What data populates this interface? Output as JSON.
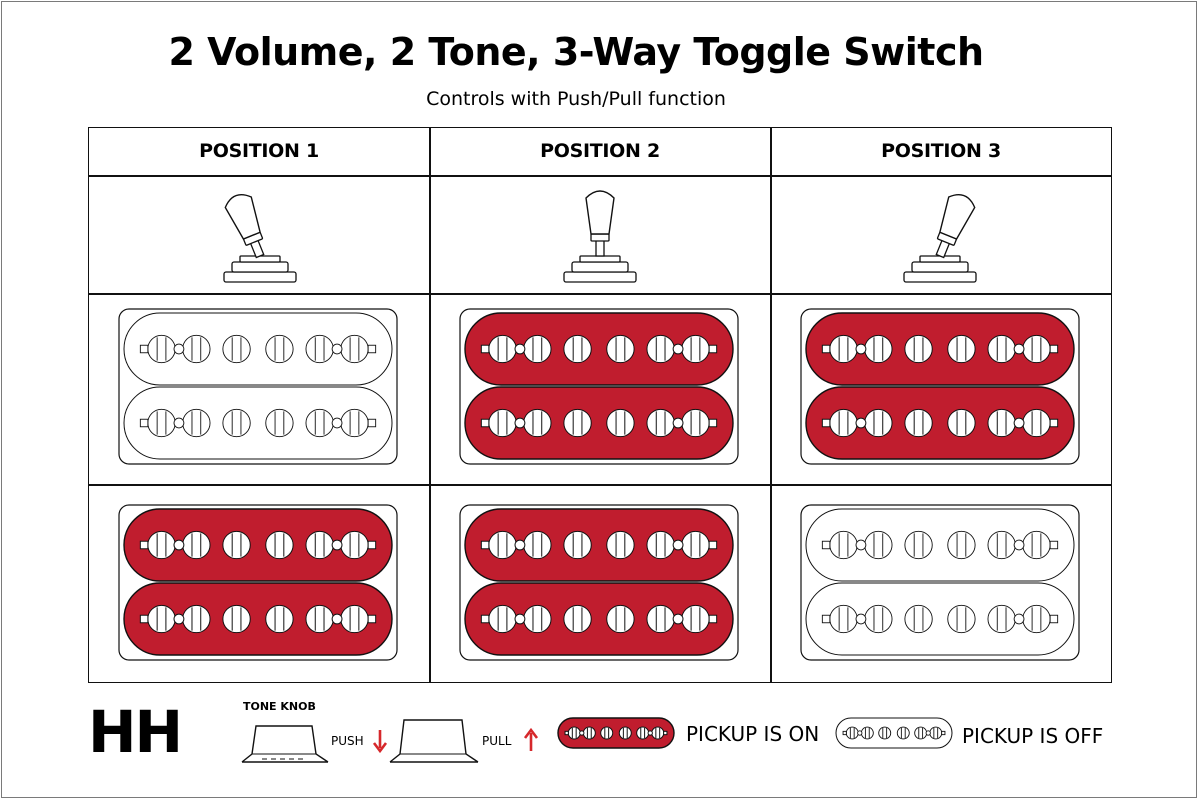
{
  "title": "2 Volume, 2 Tone, 3-Way Toggle Switch",
  "subtitle": "Controls with Push/Pull function",
  "positions": [
    {
      "label": "POSITION 1",
      "toggle": "left",
      "push_row": "off",
      "pull_row": "on"
    },
    {
      "label": "POSITION 2",
      "toggle": "center",
      "push_row": "on",
      "pull_row": "on"
    },
    {
      "label": "POSITION 3",
      "toggle": "right",
      "push_row": "on",
      "pull_row": "off"
    }
  ],
  "legend": {
    "config": "HH",
    "tone_knob_label": "TONE KNOB",
    "push_label": "PUSH",
    "pull_label": "PULL",
    "on_label": "PICKUP IS ON",
    "off_label": "PICKUP IS OFF"
  },
  "colors": {
    "pickup_on": "#c01d2e",
    "arrow": "#d6282b",
    "line": "#111111"
  }
}
